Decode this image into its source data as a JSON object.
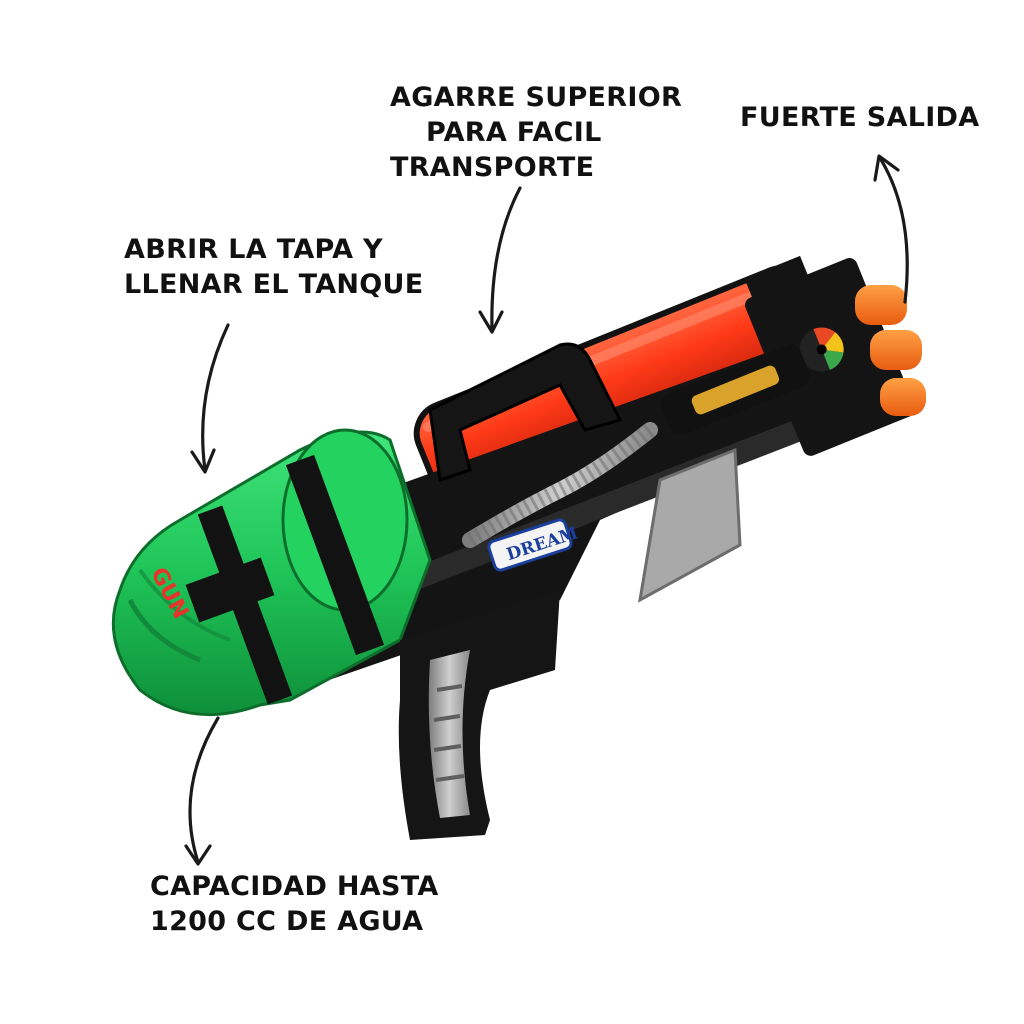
{
  "annotations": {
    "top_grip": [
      "AGARRE SUPERIOR",
      "PARA FACIL",
      "TRANSPORTE"
    ],
    "strong_output": [
      "FUERTE SALIDA"
    ],
    "open_lid": [
      "ABRIR LA TAPA Y",
      "LLENAR EL TANQUE"
    ],
    "capacity": [
      "CAPACIDAD HASTA",
      "1200 CC DE AGUA"
    ]
  },
  "product_logo": "DREAM",
  "colors": {
    "tank_green": "#21c95a",
    "barrel_red": "#ff3d1c",
    "nozzle_orange": "#ff7a1a",
    "body_black": "#121212",
    "grip_silver": "#a9a9a9",
    "text": "#111111"
  }
}
